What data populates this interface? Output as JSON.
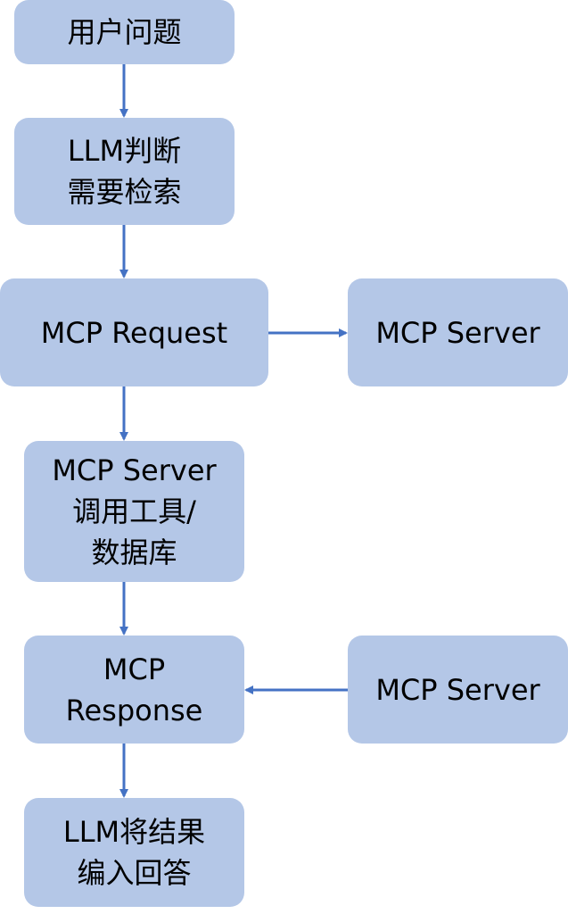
{
  "diagram": {
    "type": "flowchart",
    "colors": {
      "node_fill": "#b4c7e7",
      "arrow": "#4472c4",
      "text": "#000000"
    },
    "nodes": [
      {
        "id": "n1",
        "label": "用户问题"
      },
      {
        "id": "n2",
        "label": "LLM判断\n需要检索"
      },
      {
        "id": "n3",
        "label": "MCP Request"
      },
      {
        "id": "n4",
        "label": "MCP Server"
      },
      {
        "id": "n5",
        "label": "MCP Server\n调用工具/\n数据库"
      },
      {
        "id": "n6",
        "label": "MCP\nResponse"
      },
      {
        "id": "n7",
        "label": "MCP Server"
      },
      {
        "id": "n8",
        "label": "LLM将结果\n编入回答"
      }
    ],
    "edges": [
      {
        "from": "n1",
        "to": "n2",
        "direction": "down"
      },
      {
        "from": "n2",
        "to": "n3",
        "direction": "down"
      },
      {
        "from": "n3",
        "to": "n4",
        "direction": "right"
      },
      {
        "from": "n3",
        "to": "n5",
        "direction": "down"
      },
      {
        "from": "n5",
        "to": "n6",
        "direction": "down"
      },
      {
        "from": "n7",
        "to": "n6",
        "direction": "left"
      },
      {
        "from": "n6",
        "to": "n8",
        "direction": "down"
      }
    ]
  }
}
